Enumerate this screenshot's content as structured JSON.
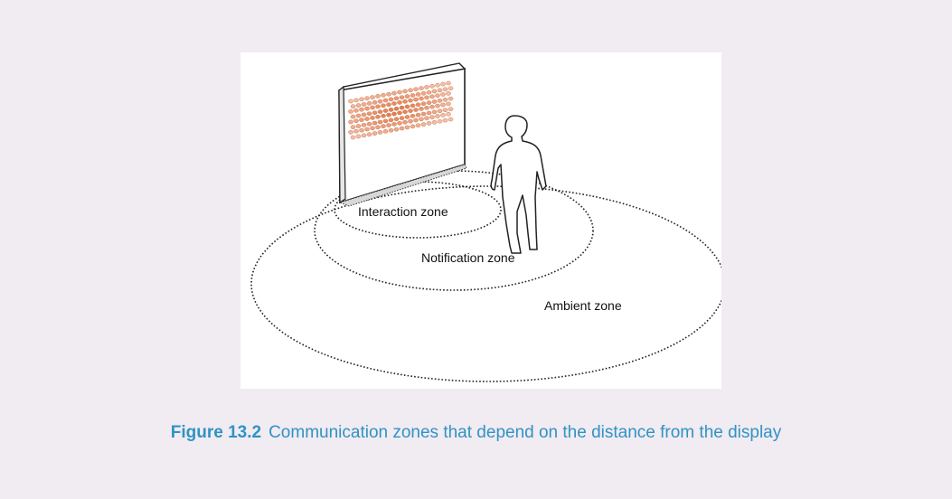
{
  "diagram": {
    "zones": [
      {
        "id": "interaction",
        "label": "Interaction zone"
      },
      {
        "id": "notification",
        "label": "Notification zone"
      },
      {
        "id": "ambient",
        "label": "Ambient zone"
      }
    ],
    "colors": {
      "background": "#f1ebf2",
      "panel": "#ffffff",
      "line": "#222222",
      "dot_center": "#e07442",
      "dot_edge": "#f3c2ac",
      "caption": "#2f93c4"
    },
    "icons": [
      "public-display",
      "person-silhouette"
    ]
  },
  "caption": {
    "number": "Figure 13.2",
    "text": "Communication zones that depend on the distance from the display"
  }
}
